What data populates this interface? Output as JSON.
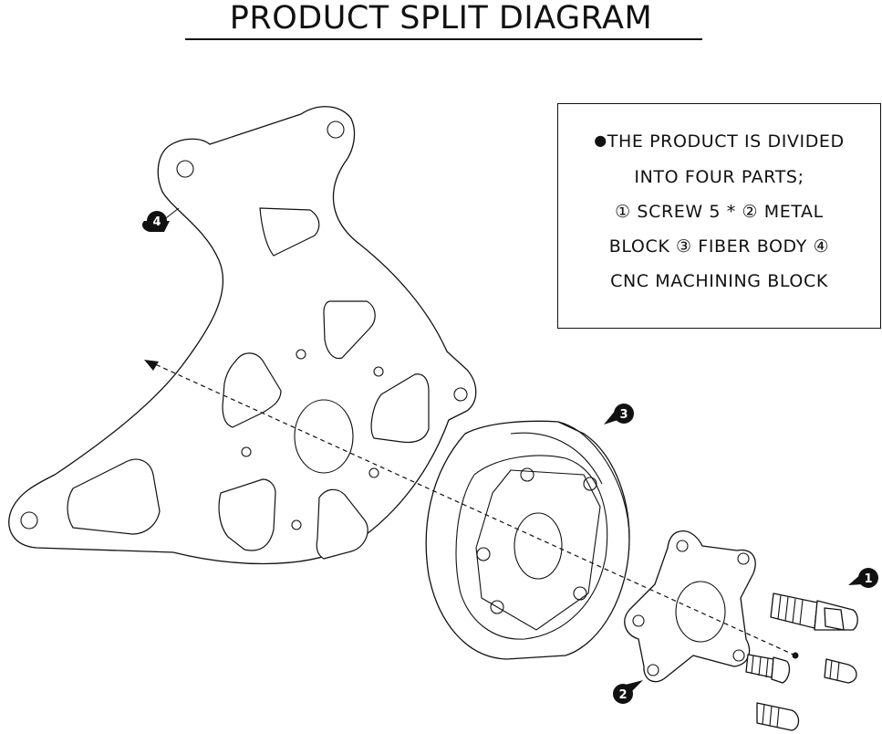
{
  "title": "PRODUCT SPLIT DIAGRAM",
  "note": {
    "bullet": "●",
    "lines": [
      "THE PRODUCT IS DIVIDED",
      "INTO FOUR PARTS;",
      "① SCREW 5 * ② METAL",
      "BLOCK ③ FIBER BODY ④",
      "CNC MACHINING BLOCK"
    ]
  },
  "callouts": {
    "screw": "1",
    "metal_block": "2",
    "fiber_body": "3",
    "cnc_block": "4"
  }
}
